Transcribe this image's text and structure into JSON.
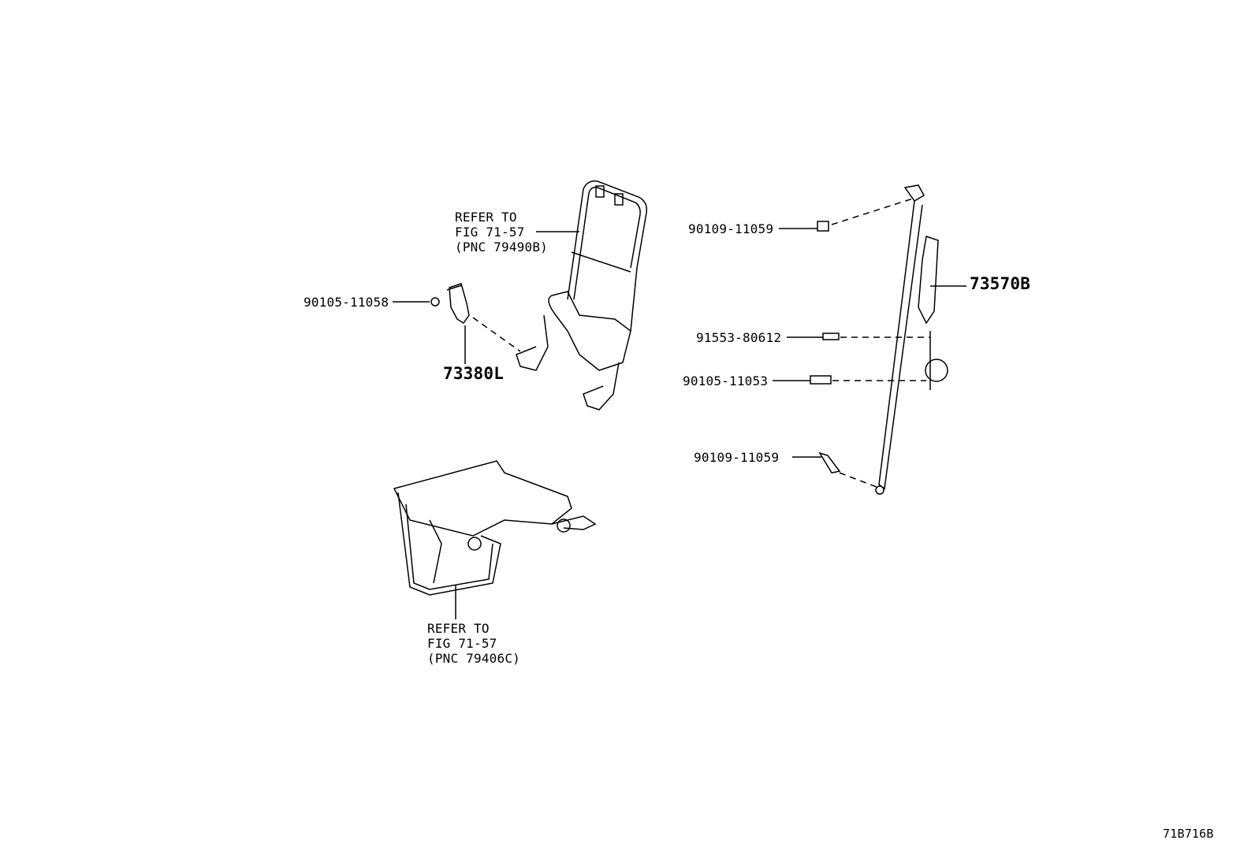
{
  "diagram": {
    "seatback_reference": [
      "REFER TO",
      "FIG 71-57",
      "(PNC 79490B)"
    ],
    "cushion_reference": [
      "REFER TO",
      "FIG 71-57",
      "(PNC 79406C)"
    ],
    "parts": {
      "buckle_bolt": "90105-11058",
      "buckle": "73380L",
      "belt_upper_bolt": "90109-11059",
      "belt_assembly": "73570B",
      "retractor_screw": "91553-80612",
      "retractor_bolt": "90105-11053",
      "belt_lower_bolt": "90109-11059"
    },
    "figure_code": "71B716B"
  }
}
